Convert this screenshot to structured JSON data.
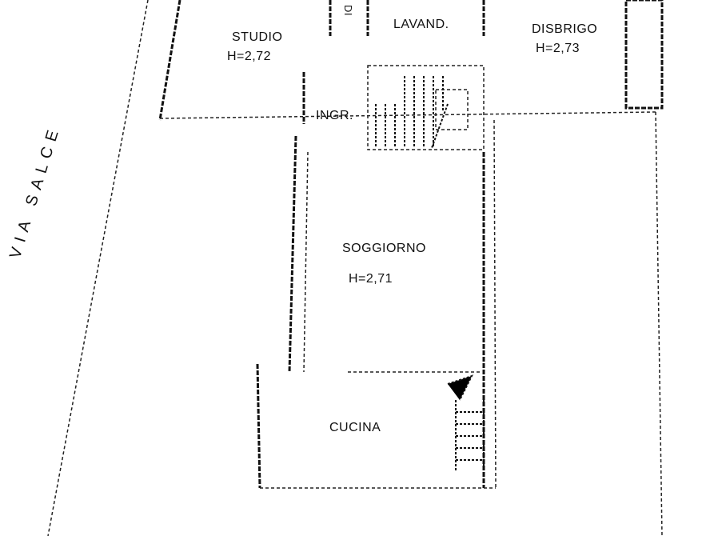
{
  "plan": {
    "street": "VIA SALCE",
    "rooms": [
      {
        "name": "STUDIO",
        "height": "H=2,72"
      },
      {
        "name": "LAVAND.",
        "height": ""
      },
      {
        "name": "DISBRIGO",
        "height": "H=2,73"
      },
      {
        "name": "INGR.",
        "height": ""
      },
      {
        "name": "SOGGIORNO",
        "height": "H=2,71"
      },
      {
        "name": "CUCINA",
        "height": ""
      }
    ],
    "small_label": "DI"
  }
}
